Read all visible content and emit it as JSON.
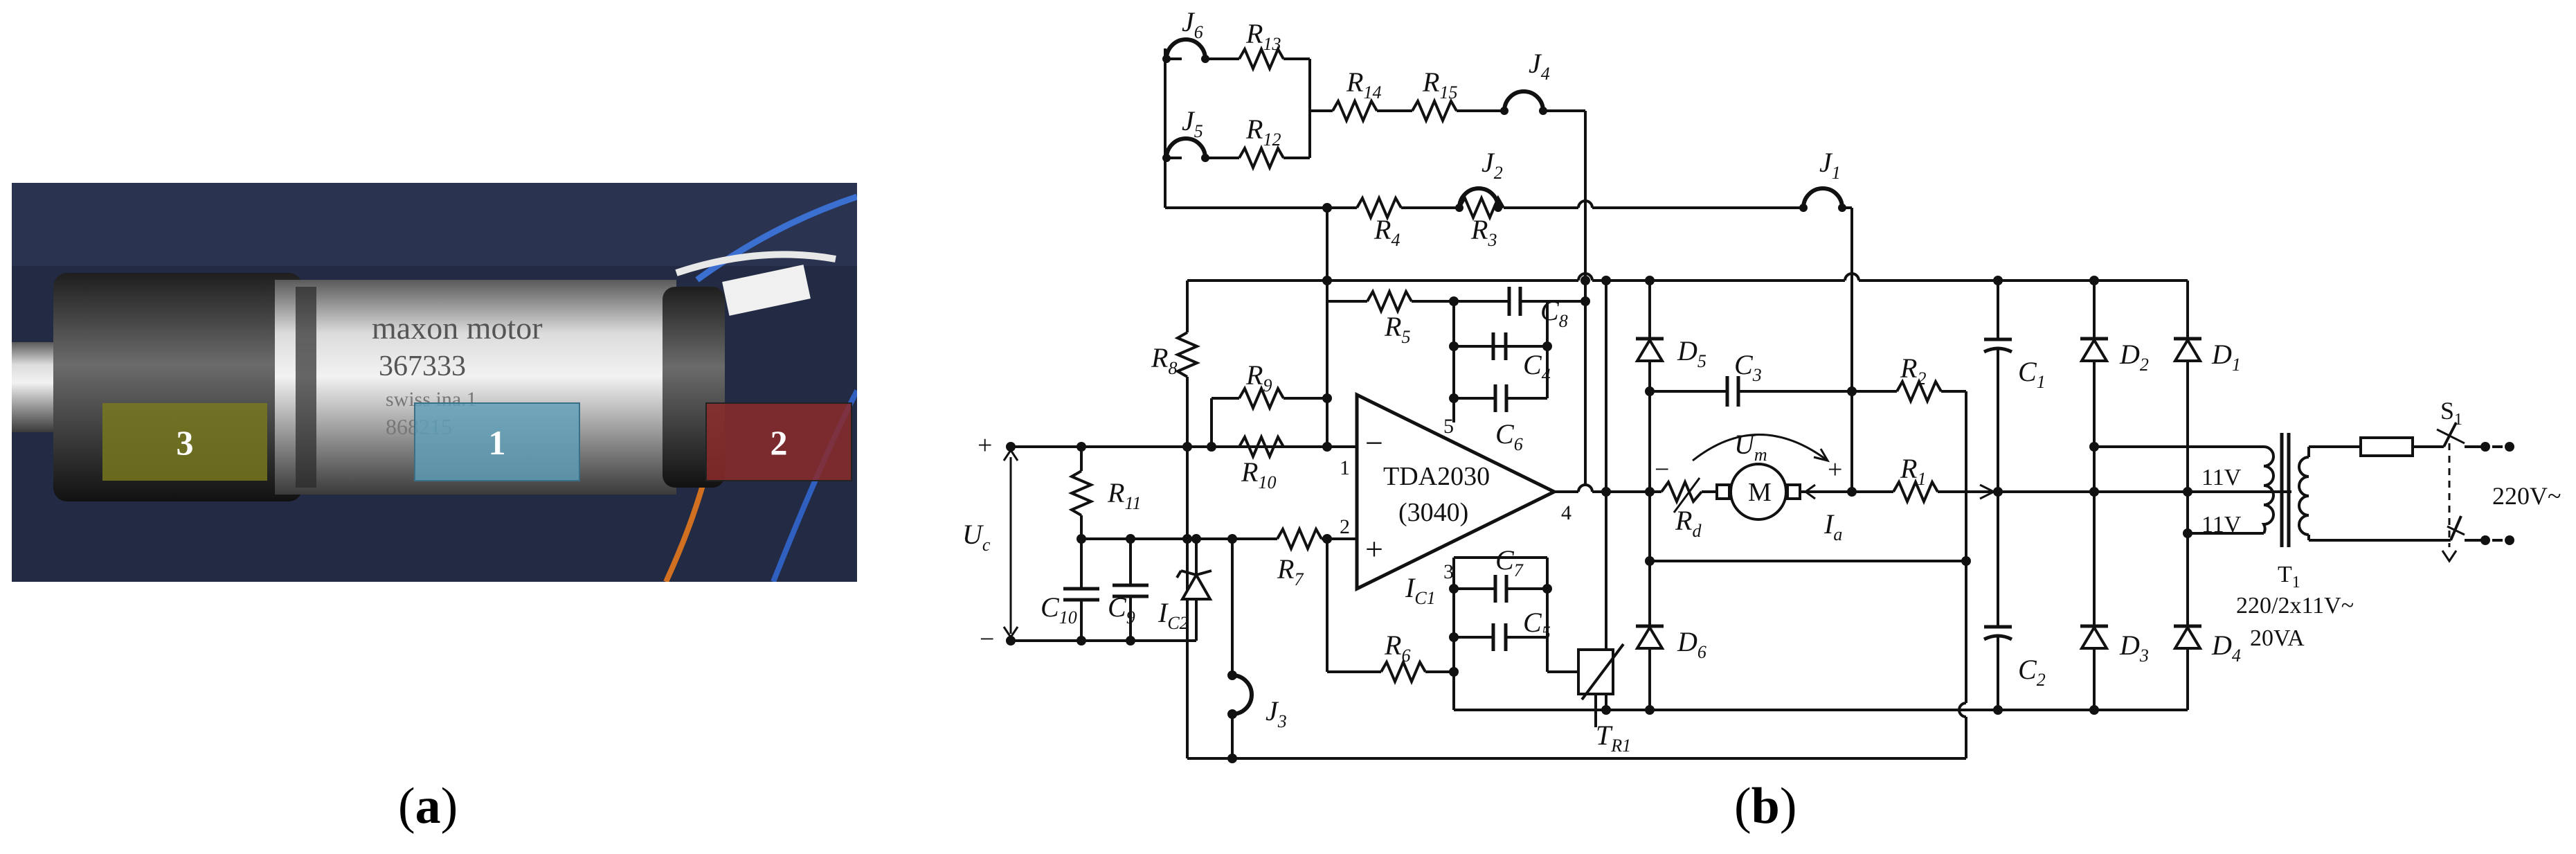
{
  "panel_a": {
    "caption_open": "(",
    "caption_letter": "a",
    "caption_close": ")",
    "motor_label_line1": "maxon motor",
    "motor_label_line2": "367333",
    "motor_label_line3": "swiss ina.1",
    "motor_label_line4": "868215",
    "region_labels": [
      "3",
      "1",
      "2"
    ],
    "region_colors": [
      "#7a7a1e",
      "#5fa0b8",
      "#8b2a2a"
    ]
  },
  "panel_b": {
    "caption_open": "(",
    "caption_letter": "b",
    "caption_close": ")",
    "ic_name": "TDA2030",
    "ic_alt": "(3040)",
    "pin_1": "1",
    "pin_2": "2",
    "pin_3": "3",
    "pin_4": "4",
    "pin_5": "5",
    "minus_sign": "−",
    "plus_sign": "+",
    "uc_main": "U",
    "uc_sub": "c",
    "um_main": "U",
    "um_sub": "m",
    "ia_main": "I",
    "ia_sub": "a",
    "rd_main": "R",
    "rd_sub": "d",
    "motor_symbol": "M",
    "ic1_main": "I",
    "ic1_sub": "C1",
    "ic2_main": "I",
    "ic2_sub": "C2",
    "tr1_main": "T",
    "tr1_sub": "R1",
    "transformer_name_main": "T",
    "transformer_name_sub": "1",
    "transformer_spec_1": "220/2x11V~",
    "transformer_spec_2": "20VA",
    "secondary_1": "11V",
    "secondary_2": "11V",
    "mains_voltage": "220V~",
    "switch_main": "S",
    "switch_sub": "1",
    "resistors": [
      "R13",
      "R12",
      "R14",
      "R15",
      "R4",
      "R3",
      "R8",
      "R5",
      "R9",
      "R10",
      "R7",
      "R6",
      "R11",
      "R2",
      "R1"
    ],
    "capacitors": [
      "C8",
      "C4",
      "C6",
      "C7",
      "C5",
      "C3",
      "C10",
      "C9",
      "C1",
      "C2"
    ],
    "diodes": [
      "D5",
      "D6",
      "D2",
      "D1",
      "D3",
      "D4"
    ],
    "jumpers": [
      "J6",
      "J5",
      "J4",
      "J2",
      "J1",
      "J3"
    ]
  }
}
